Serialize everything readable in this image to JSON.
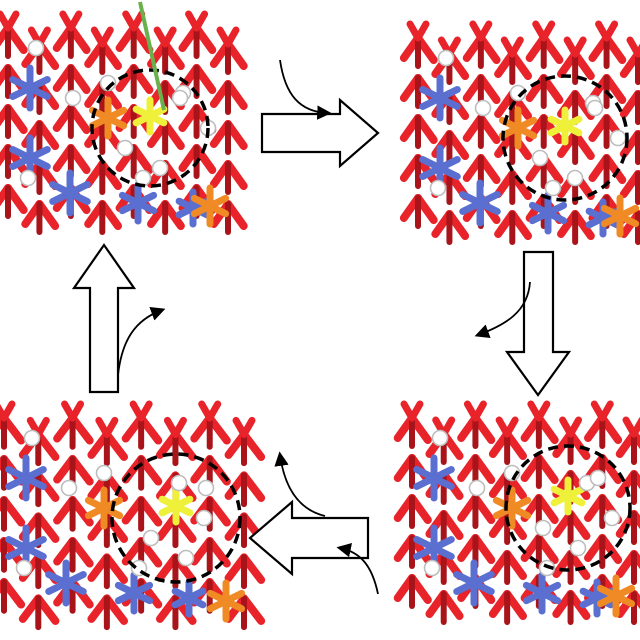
{
  "diagram": {
    "type": "catalytic-cycle",
    "panels": [
      {
        "id": "top-left",
        "has_green_pointer": true,
        "orange_clusters": 2
      },
      {
        "id": "top-right",
        "has_green_pointer": false,
        "orange_clusters": 2
      },
      {
        "id": "bottom-right",
        "has_green_pointer": false,
        "orange_clusters": 2
      },
      {
        "id": "bottom-left",
        "has_green_pointer": false,
        "orange_clusters": 2
      }
    ],
    "cycle_order": [
      "top-left",
      "top-right",
      "bottom-right",
      "bottom-left"
    ],
    "arrow_side_branches": {
      "top": "incoming",
      "right": "outgoing",
      "bottom": [
        "incoming",
        "outgoing"
      ],
      "left": "outgoing"
    },
    "colors": {
      "oxygen": "#e8232a",
      "oxygen_dark": "#a8141a",
      "hydrogen": "#ffffff",
      "hydrogen_shade": "#bdbdbd",
      "blue_metal": "#5a6fd0",
      "orange_metal": "#ef8a25",
      "yellow_dopant": "#eef03a",
      "pointer": "#6ab04c",
      "outline": "#000000"
    }
  }
}
